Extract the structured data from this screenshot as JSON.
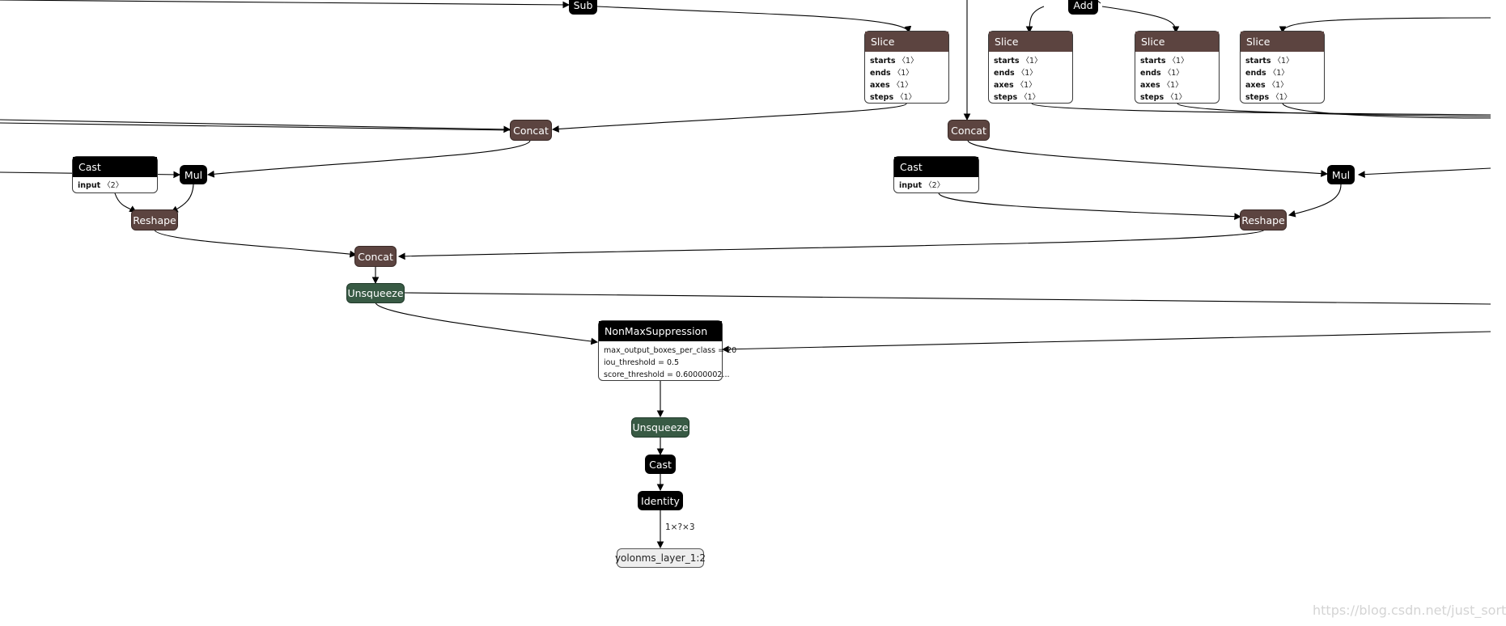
{
  "nodes": {
    "sub": "Sub",
    "add": "Add",
    "slice": "Slice",
    "concat": "Concat",
    "cast": "Cast",
    "mul": "Mul",
    "reshape": "Reshape",
    "unsqueeze": "Unsqueeze",
    "nms": "NonMaxSuppression",
    "identity": "Identity"
  },
  "slice_attrs": {
    "starts": "starts",
    "ends": "ends",
    "axes": "axes",
    "steps": "steps",
    "value": "〈1〉"
  },
  "cast_attrs": {
    "input": "input",
    "value": "〈2〉"
  },
  "nms_attrs": {
    "max_output_boxes_per_class": "max_output_boxes_per_class = 20",
    "iou_threshold": "iou_threshold = 0.5",
    "score_threshold": "score_threshold = 0.60000002..."
  },
  "edge_label": "1×?×3",
  "output_name": "yolonms_layer_1:2",
  "watermark": "https://blog.csdn.net/just_sort",
  "colors": {
    "op_black": "#000000",
    "op_brown": "#5c4440",
    "op_green": "#385a44"
  }
}
